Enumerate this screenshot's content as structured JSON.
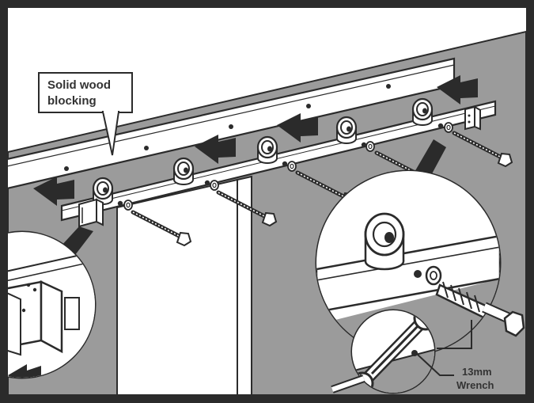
{
  "callouts": {
    "blocking_line1": "Solid wood",
    "blocking_line2": "blocking",
    "wrench_line1": "13mm",
    "wrench_line2": "Wrench"
  },
  "colors": {
    "wall": "#9b9b9b",
    "stroke": "#2b2b2b",
    "white": "#ffffff",
    "arrow": "#2b2b2b"
  },
  "icons": [
    "push-arrow-icon",
    "wrench-icon",
    "lag-bolt-icon",
    "washer-icon",
    "roller-icon",
    "end-stop-icon"
  ]
}
